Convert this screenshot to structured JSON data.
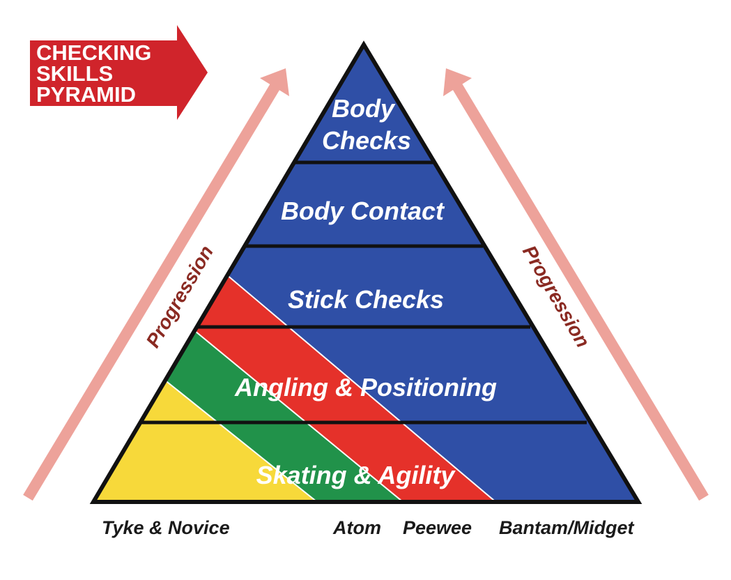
{
  "banner": {
    "lines": [
      "CHECKING",
      "SKILLS",
      "PYRAMID"
    ],
    "color": "#d0242b"
  },
  "tiers": [
    {
      "label_lines": [
        "Body",
        "Checks"
      ]
    },
    {
      "label_lines": [
        "Body Contact"
      ]
    },
    {
      "label_lines": [
        "Stick Checks"
      ]
    },
    {
      "label_lines": [
        "Angling & Positioning"
      ]
    },
    {
      "label_lines": [
        "Skating & Agility"
      ]
    }
  ],
  "age_groups": [
    {
      "label": "Tyke & Novice",
      "color": "#f7d93a"
    },
    {
      "label": "Atom",
      "color": "#21924a"
    },
    {
      "label": "Peewee",
      "color": "#e5312a"
    },
    {
      "label": "Bantam/Midget",
      "color": "#2f4fa6"
    }
  ],
  "progression": {
    "left_label": "Progression",
    "right_label": "Progression",
    "arrow_color": "#eda29a"
  }
}
